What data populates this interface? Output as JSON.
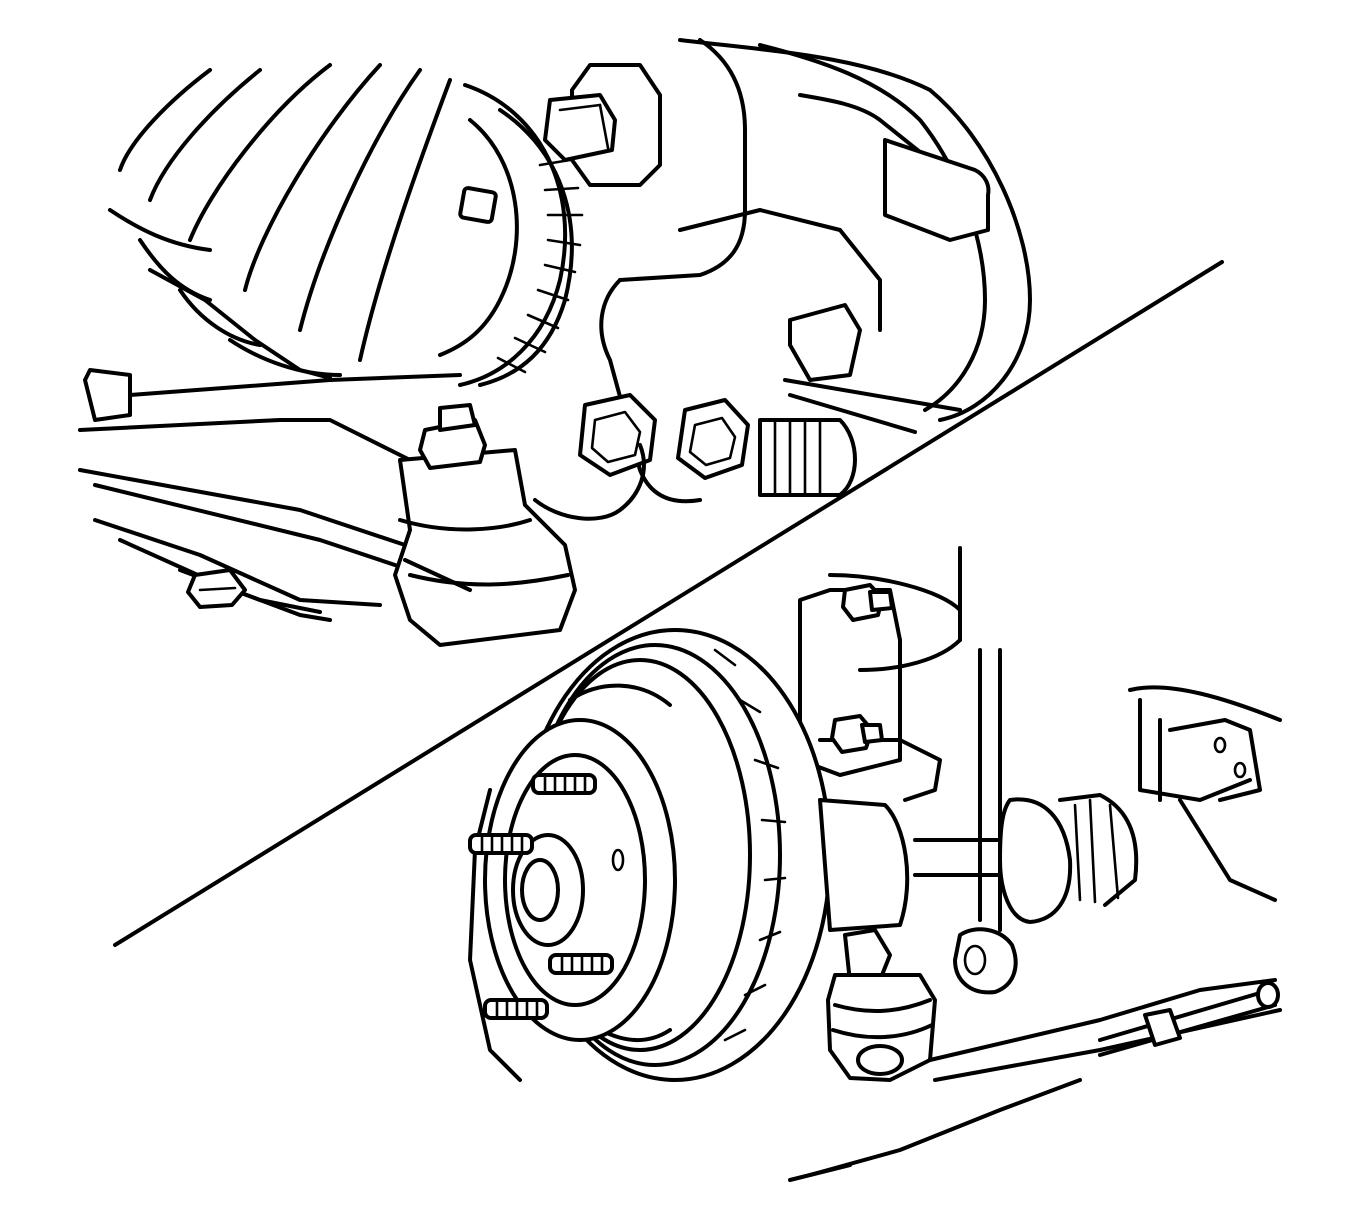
{
  "figure": {
    "ink_color": "#000000",
    "background_color": "#ffffff",
    "panels": [
      {
        "id": "upper-left",
        "content": "cv-joint-boot-knuckle-ball-joint-detail"
      },
      {
        "id": "lower-right",
        "content": "brake-rotor-hub-strut-tie-rod-assembly"
      }
    ],
    "divider": "diagonal-line"
  }
}
